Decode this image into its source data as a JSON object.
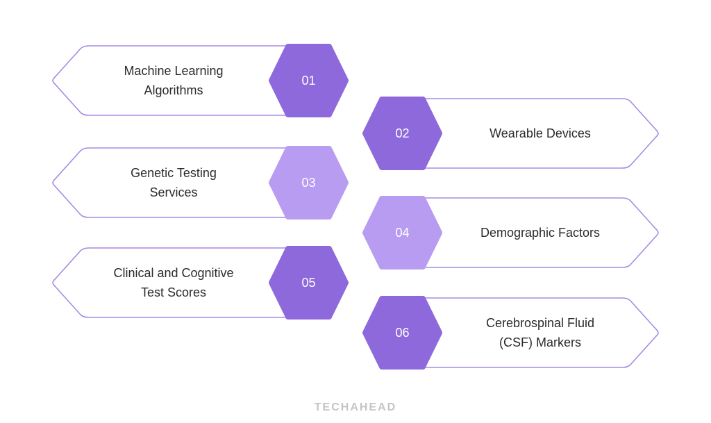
{
  "colors": {
    "dark": "#8e69dc",
    "light": "#b89cf1",
    "outline": "#a58be3"
  },
  "items": [
    {
      "number": "01",
      "label": "Machine Learning\nAlgorithms",
      "shade": "dark"
    },
    {
      "number": "02",
      "label": "Wearable Devices",
      "shade": "dark"
    },
    {
      "number": "03",
      "label": "Genetic Testing\nServices",
      "shade": "light"
    },
    {
      "number": "04",
      "label": "Demographic Factors",
      "shade": "light"
    },
    {
      "number": "05",
      "label": "Clinical and Cognitive\nTest Scores",
      "shade": "dark"
    },
    {
      "number": "06",
      "label": "Cerebrospinal Fluid\n(CSF) Markers",
      "shade": "dark"
    }
  ],
  "logo": "TECHAHEAD"
}
